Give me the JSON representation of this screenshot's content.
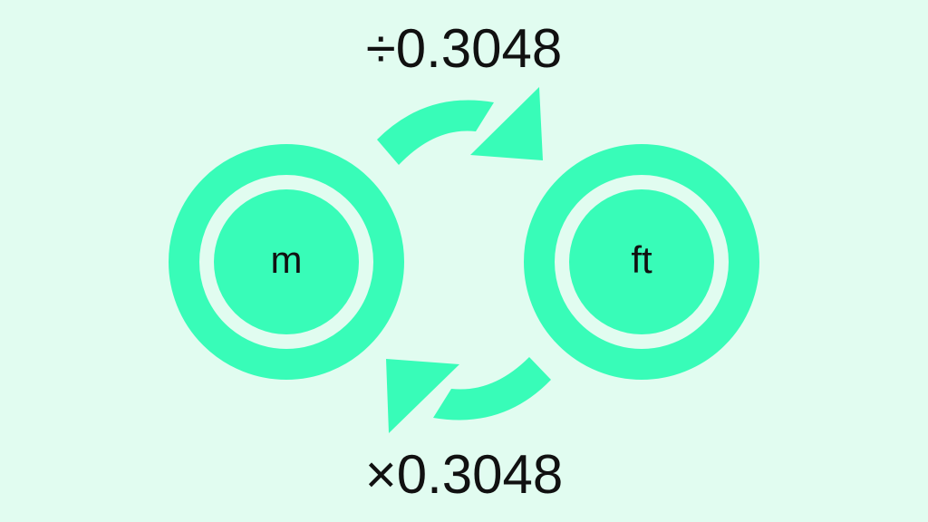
{
  "colors": {
    "background": "#e1fcf0",
    "accent": "#38fcb8",
    "text": "#111111"
  },
  "units": {
    "left": "m",
    "right": "ft"
  },
  "conversions": {
    "to_right": "÷0.3048",
    "to_left": "×0.3048"
  },
  "icons": {
    "top_arrow": "curved-arrow-right-icon",
    "bottom_arrow": "curved-arrow-left-icon"
  }
}
